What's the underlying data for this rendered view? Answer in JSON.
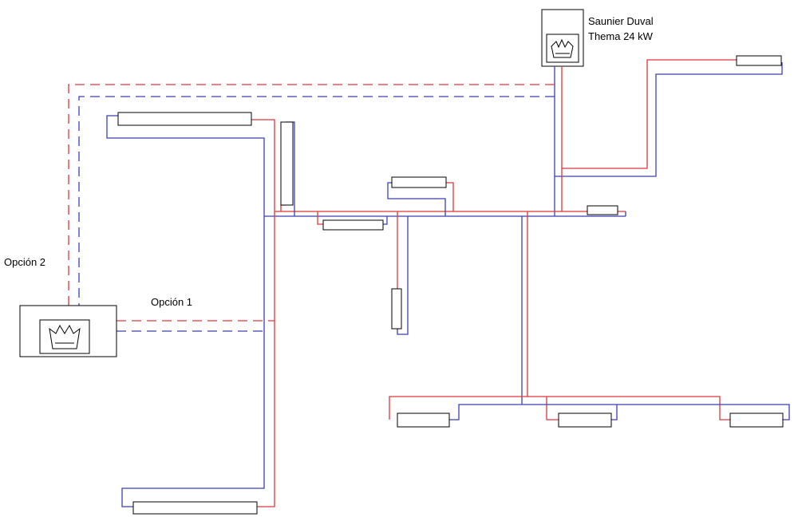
{
  "labels": {
    "boiler_name_line1": "Saunier Duval",
    "boiler_name_line2": "Thema 24 kW",
    "option1": "Opción 1",
    "option2": "Opción 2"
  },
  "colors": {
    "supply_pipe": "#d9383a",
    "return_pipe": "#3c3fb5",
    "outline": "#000000",
    "background": "#ffffff"
  },
  "icons": {
    "boiler_flame": "flame-icon",
    "fireplace_flame": "flame-icon"
  }
}
